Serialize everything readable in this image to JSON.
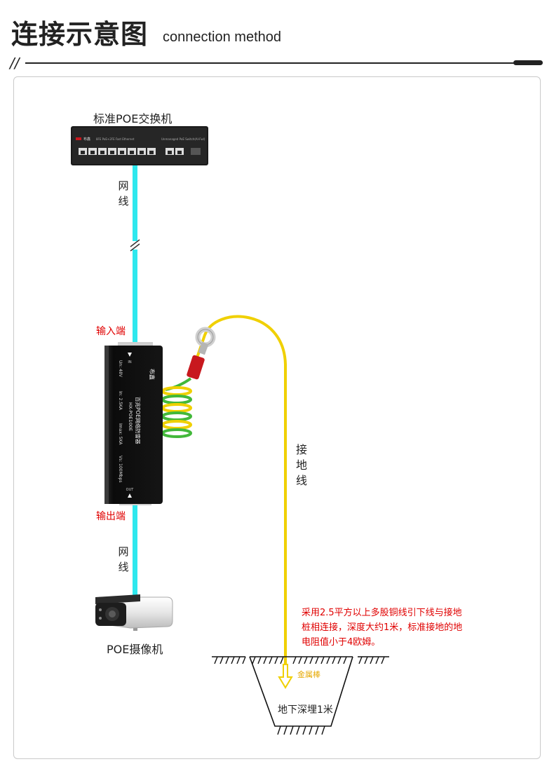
{
  "header": {
    "title": "连接示意图",
    "subtitle": "connection method",
    "slash": "//"
  },
  "diagram": {
    "switch_label": "标准POE交换机",
    "switch_panel": {
      "brand": "布鑫",
      "text_left": "8FE PoE+2FE Fast Ethernet",
      "text_right": "Unmanaged PoE Switch(Al-Fwl)"
    },
    "cable_label_top": "网线",
    "input_label": "输入端",
    "output_label": "输出端",
    "cable_label_bottom": "网线",
    "ground_wire_label": "接地线",
    "camera_label": "POE摄像机",
    "metal_rod_label": "金属棒",
    "depth_label": "地下深埋1米",
    "note": "采用2.5平方以上多股铜线引下线与接地桩相连接，深度大约1米，标准接地的地电阻值小于4欧姆。",
    "protector": {
      "brand": "布鑫",
      "title": "百兆POE网络防雷器",
      "model": "HX-POE100E",
      "specs": [
        "Un: 48V",
        "In: 2.5KA",
        "Imax: 5KA",
        "Vs: 100Mbps"
      ],
      "port_in_mark": "IN",
      "port_out_mark": "OUT"
    }
  },
  "colors": {
    "cable": "#2ee8ee",
    "ground_wire": "#f0d000",
    "ground_stripe": "#42b83a",
    "label_red": "#e00000",
    "device_body": "#0e0e0e",
    "terminal_red": "#c8181e"
  }
}
